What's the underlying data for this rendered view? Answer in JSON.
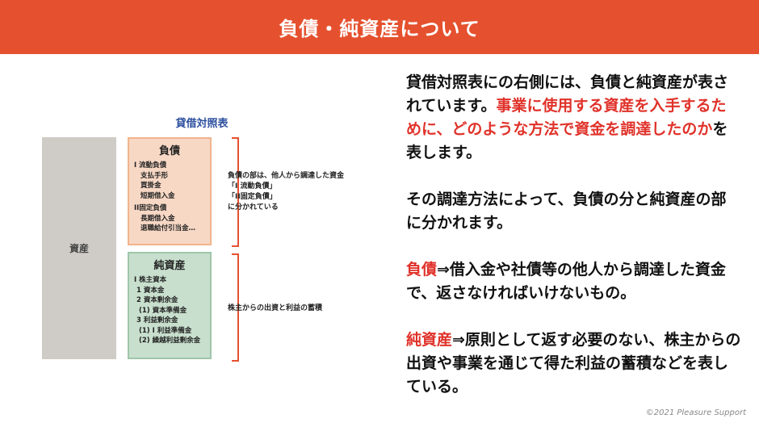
{
  "header": {
    "title": "負債・純資産について"
  },
  "diagram": {
    "title": "貸借対照表",
    "asset_label": "資産",
    "liabilities": {
      "title": "負債",
      "items": [
        "I 流動負債",
        "支払手形",
        "買掛金",
        "短期借入金",
        "II固定負債",
        "長期借入金",
        "退職給付引当金…"
      ]
    },
    "equity": {
      "title": "純資産",
      "items": [
        "I 株主資本",
        "1 資本金",
        "2 資本剰余金",
        "(1) 資本準備金",
        "3 利益剰余金",
        "(1) I 利益準備金",
        "(2) 繰越利益剰余金"
      ]
    },
    "liabilities_note": [
      "負債の部は、他人から調達した資金",
      "「I 流動負債」",
      "「II固定負債」",
      "に分かれている"
    ],
    "equity_note": "株主からの出資と利益の蓄積"
  },
  "text": {
    "p1_a": "貸借対照表にの右側には、負債と純資産が表されています。",
    "p1_b": "事業に使用する資産を入手するために、どのような方法で資金を調達したのか",
    "p1_c": "を表します。",
    "p2": "その調達方法によって、負債の分と純資産の部に分かれます。",
    "p3_label": "負債",
    "p3_text": "⇒借入金や社債等の他人から調達した資金で、返さなければいけないもの。",
    "p4_label": "純資産",
    "p4_text": "⇒原則として返す必要のない、株主からの出資や事業を通じて得た利益の蓄積などを表している。"
  },
  "copyright": "©2021 Pleasure Support",
  "colors": {
    "accent": "#e5512f",
    "highlight_red": "#e0322a",
    "diagram_title_blue": "#2c4f9e"
  }
}
